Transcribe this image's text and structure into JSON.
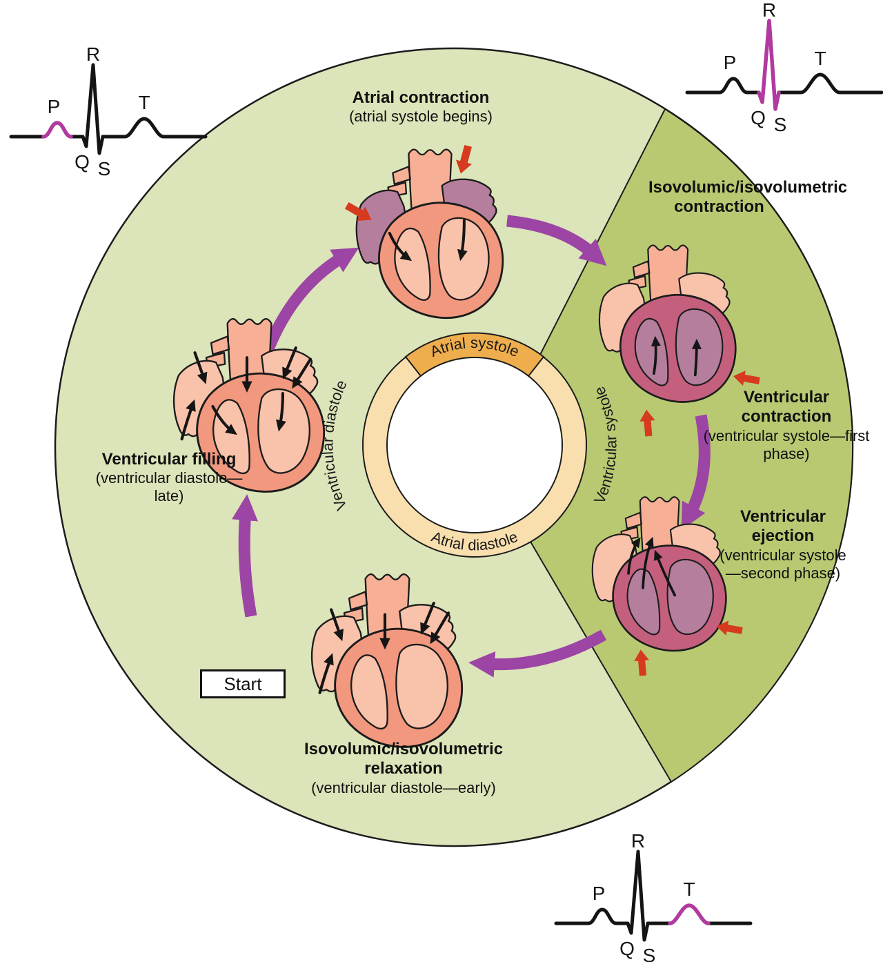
{
  "colors": {
    "light_green": "#dce4b9",
    "dark_green": "#b8c972",
    "ring_peach": "#f8dfad",
    "ring_orange": "#efae4d",
    "purple": "#9c45a4",
    "red": "#d63a1f",
    "ecg_purple": "#b13aa0",
    "heart_salmon": "#f2987f",
    "heart_pink_light": "#f9c2aa",
    "heart_vessel": "#f7b096",
    "heart_mauve": "#b47e9c",
    "heart_dark_red": "#c4607d"
  },
  "center_ring": {
    "atrial_systole": "Atrial systole",
    "atrial_diastole": "Atrial diastole"
  },
  "cycle_sides": {
    "ventricular_diastole": "Ventricular diastole",
    "ventricular_systole": "Ventricular systole"
  },
  "stages": {
    "atrial_contraction": {
      "title": "Atrial contraction",
      "subtitle": "(atrial systole begins)"
    },
    "isovolumic_contraction": {
      "title": "Isovolumic/isovolumetric contraction"
    },
    "ventricular_contraction": {
      "title": "Ventricular contraction",
      "subtitle": "(ventricular systole—first phase)"
    },
    "ventricular_ejection": {
      "title": "Ventricular ejection",
      "subtitle": "(ventricular systole—second phase)"
    },
    "isovolumic_relaxation": {
      "title": "Isovolumic/isovolumetric relaxation",
      "subtitle": "(ventricular diastole—early)"
    },
    "ventricular_filling": {
      "title": "Ventricular filling",
      "subtitle": "(ventricular diastole—late)"
    }
  },
  "start_label": "Start",
  "ecg": {
    "wave_labels": {
      "p": "P",
      "q": "Q",
      "r": "R",
      "s": "S",
      "t": "T"
    },
    "highlighted_waves": {
      "top_left": "P",
      "top_right": "QRS",
      "bottom": "T"
    }
  }
}
